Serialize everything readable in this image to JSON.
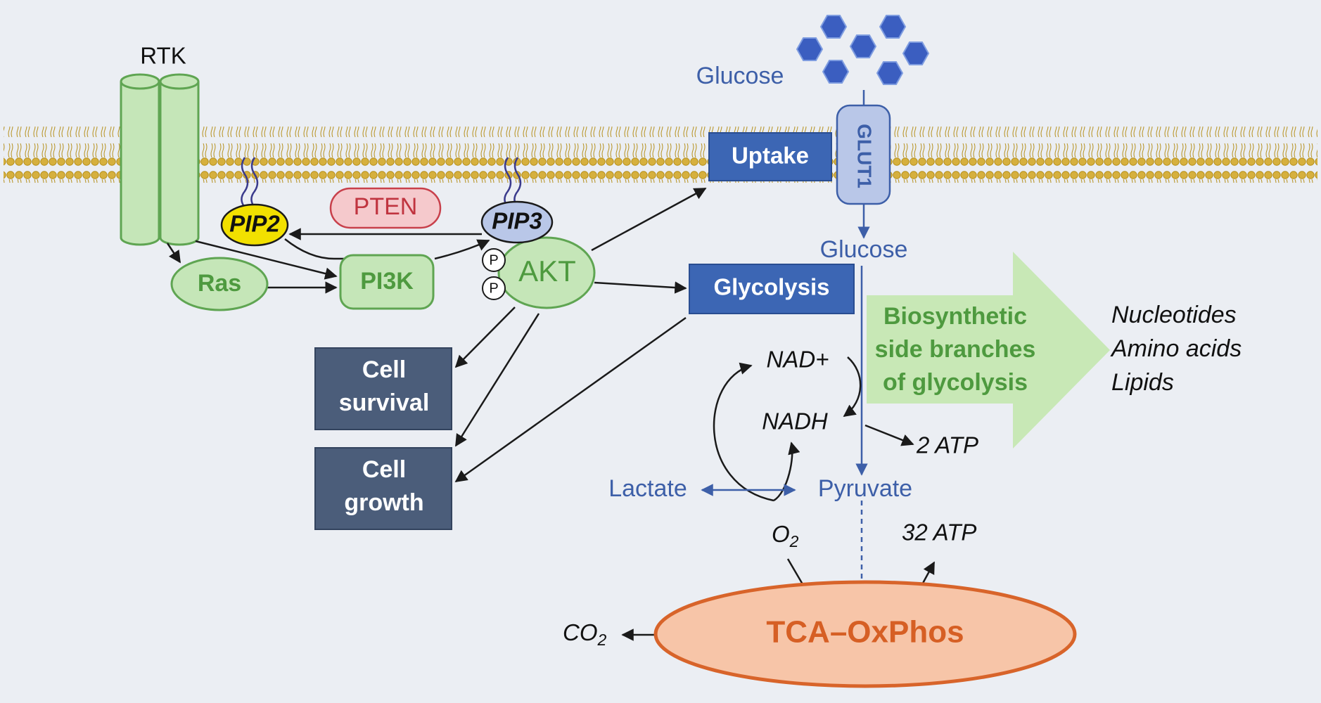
{
  "labels": {
    "rtk": "RTK",
    "glucose_outside": "Glucose",
    "glut1": "GLUT1",
    "uptake": "Uptake",
    "glucose_inside": "Glucose",
    "pten": "PTEN",
    "pip2": "PIP2",
    "pip3": "PIP3",
    "phospho": "P",
    "akt": "AKT",
    "ras": "Ras",
    "pi3k": "PI3K",
    "glycolysis": "Glycolysis",
    "cell_survival": [
      "Cell",
      "survival"
    ],
    "cell_growth": [
      "Cell",
      "growth"
    ],
    "biosynthetic": [
      "Biosynthetic",
      "side branches",
      "of glycolysis"
    ],
    "products": [
      "Nucleotides",
      "Amino acids",
      "Lipids"
    ],
    "nad_plus": "NAD+",
    "nadh": "NADH",
    "two_atp": "2 ATP",
    "lactate": "Lactate",
    "pyruvate": "Pyruvate",
    "o2": "O",
    "o2_sub": "2",
    "thirty_two_atp": "32 ATP",
    "co2": "CO",
    "co2_sub": "2",
    "tca": "TCA–OxPhos"
  },
  "colors": {
    "background": "#ebeef3",
    "membrane_head": "#d6b03e",
    "membrane_tail": "#b58f1a",
    "green_fill": "#c5e6b8",
    "green_stroke": "#5fa552",
    "green_text": "#4e9a3f",
    "blue_box": "#3c66b4",
    "dark_box": "#4b5d7a",
    "glucose_text": "#3d5fa8",
    "glucose_hex": "#3b5ec0",
    "pten_fill": "#f5c9cc",
    "pten_stroke": "#c8404b",
    "pten_text": "#c0343f",
    "pip2_fill": "#f2e000",
    "pip3_fill": "#b9c7e8",
    "tca_fill": "#f7c5a8",
    "tca_stroke": "#d8642a",
    "tca_text": "#d65f24",
    "bio_arrow": "#c8e8b6"
  }
}
